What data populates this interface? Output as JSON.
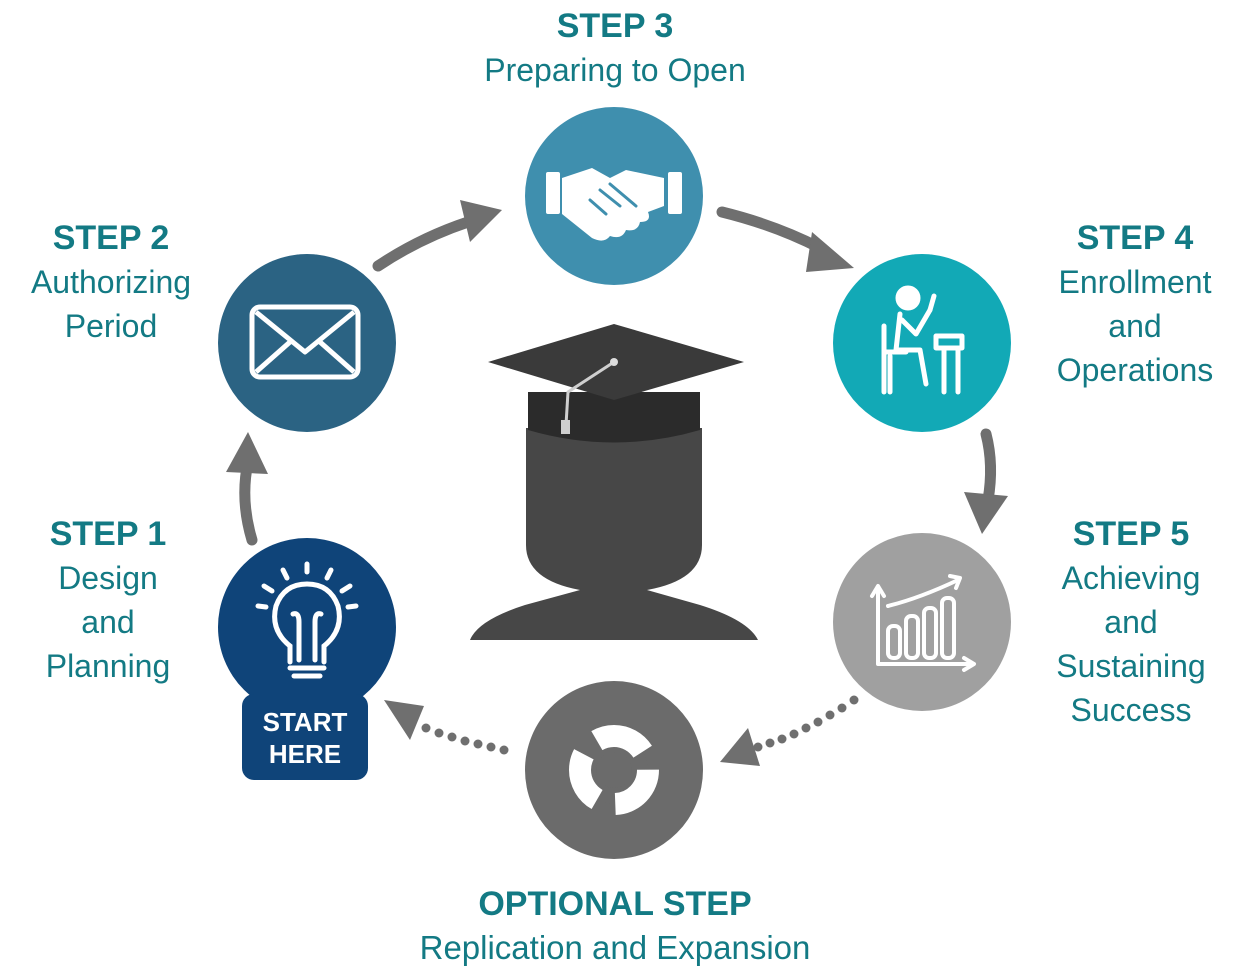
{
  "colors": {
    "label_teal": "#137a84",
    "step1_navy": "#0f4479",
    "step2_slate": "#2b6383",
    "step3_blue": "#3f8fae",
    "step4_teal": "#12a9b6",
    "step5_gray": "#a0a0a0",
    "optional_gray": "#6b6b6b",
    "arrow_gray": "#6f6f6f",
    "silhouette": "#474747",
    "cap": "#3a3a3a"
  },
  "steps": [
    {
      "id": "step1",
      "title": "STEP 1",
      "name_lines": [
        "Design",
        "and",
        "Planning"
      ],
      "icon": "lightbulb-icon",
      "badge": [
        "START",
        "HERE"
      ]
    },
    {
      "id": "step2",
      "title": "STEP 2",
      "name_lines": [
        "Authorizing",
        "Period"
      ],
      "icon": "envelope-icon"
    },
    {
      "id": "step3",
      "title": "STEP 3",
      "name_lines": [
        "Preparing to Open"
      ],
      "icon": "handshake-icon"
    },
    {
      "id": "step4",
      "title": "STEP 4",
      "name_lines": [
        "Enrollment",
        "and",
        "Operations"
      ],
      "icon": "student-desk-icon"
    },
    {
      "id": "step5",
      "title": "STEP 5",
      "name_lines": [
        "Achieving",
        "and",
        "Sustaining",
        "Success"
      ],
      "icon": "bar-chart-icon"
    },
    {
      "id": "optional",
      "title": "OPTIONAL STEP",
      "name_lines": [
        "Replication and Expansion"
      ],
      "icon": "cycle-arrows-icon"
    }
  ],
  "center_icon": "graduate-silhouette-icon"
}
